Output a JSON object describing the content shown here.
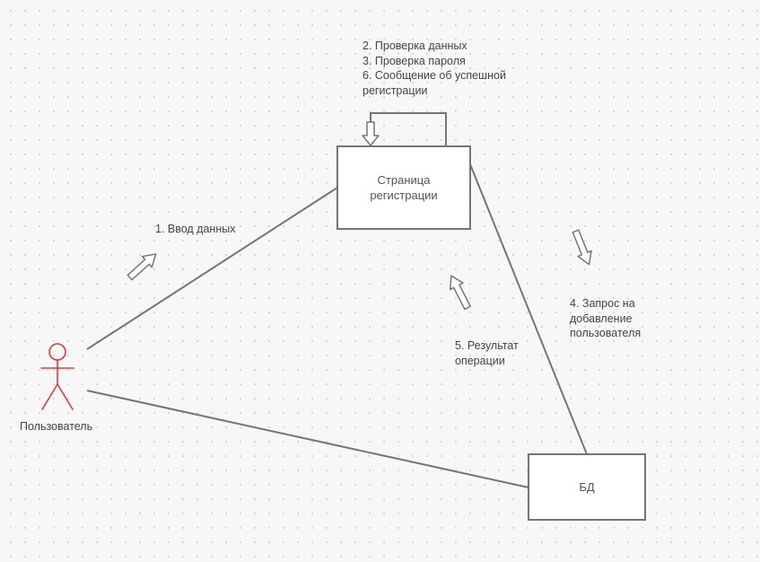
{
  "diagram": {
    "actor": {
      "label": "Пользователь",
      "color": "#e53935"
    },
    "nodes": {
      "page": "Страница\nрегистрации",
      "db": "БД"
    },
    "labels": {
      "step1": "1. Ввод данных",
      "self_loop": "2. Проверка данных\n3. Проверка пароля\n6. Сообщение об успешной\nрегистрации",
      "step4": "4. Запрос на\nдобавление\nпользователя",
      "step5": "5. Результат\nоперации"
    },
    "colors": {
      "line": "#757575",
      "text": "#444444"
    }
  }
}
